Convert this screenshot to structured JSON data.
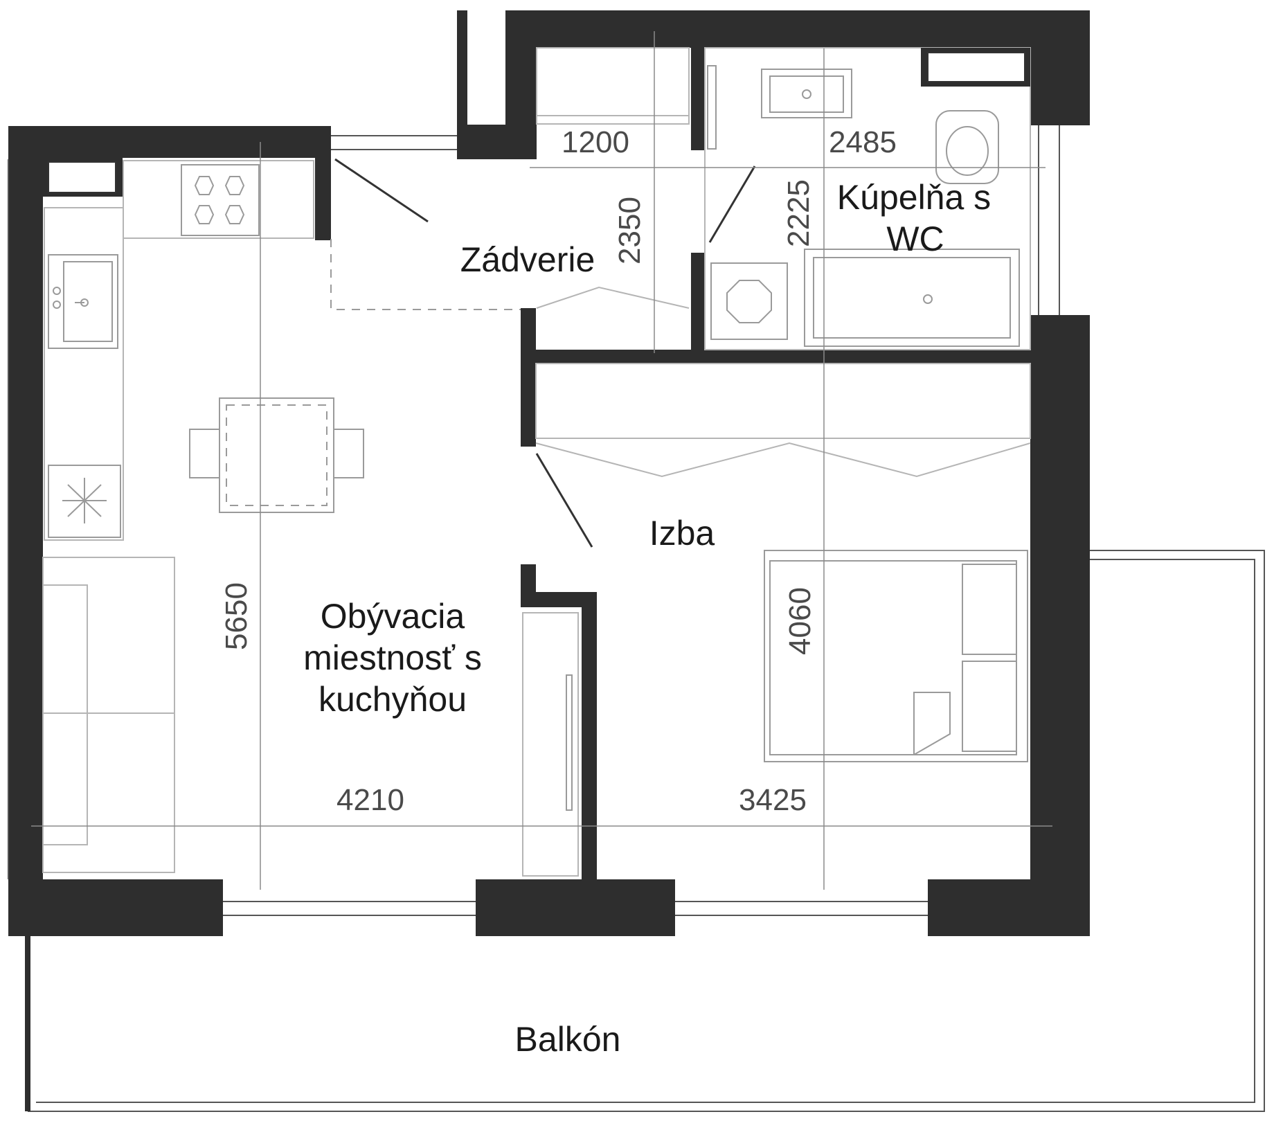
{
  "rooms": {
    "zadverie": "Zádverie",
    "kupelna_line1": "Kúpelňa s",
    "kupelna_line2": "WC",
    "izba": "Izba",
    "obyvacia_line1": "Obývacia",
    "obyvacia_line2": "miestnosť s",
    "obyvacia_line3": "kuchyňou",
    "balkon": "Balkón"
  },
  "dimensions": {
    "entry_width": "1200",
    "bath_width": "2485",
    "entry_depth": "2350",
    "bath_depth": "2225",
    "living_depth": "5650",
    "room_depth": "4060",
    "living_width": "4210",
    "room_width": "3425"
  },
  "colors": {
    "wall": "#2e2e2e",
    "furniture": "#9a9a9a",
    "text": "#1a1a1a"
  }
}
